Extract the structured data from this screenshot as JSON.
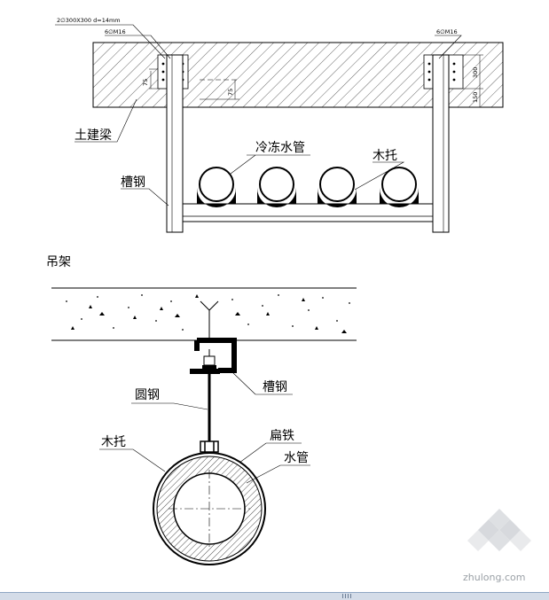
{
  "top_figure": {
    "plate_note": "2∅300X300 d=14mm",
    "bolt_left": "6∅M16",
    "bolt_right": "6∅M16",
    "dim_left_75a": "75",
    "dim_left_75b": "75",
    "dim_right_300": "300",
    "dim_right_150": "150",
    "label_beam": "土建梁",
    "label_pipe": "冷冻水管",
    "label_wood": "木托",
    "label_channel": "槽钢"
  },
  "section_title": "吊架",
  "bottom_figure": {
    "label_channel": "槽钢",
    "label_rod": "圆钢",
    "label_wood": "木托",
    "label_flatiron": "扁铁",
    "label_pipe": "水管"
  },
  "watermark": "zhulong.com"
}
